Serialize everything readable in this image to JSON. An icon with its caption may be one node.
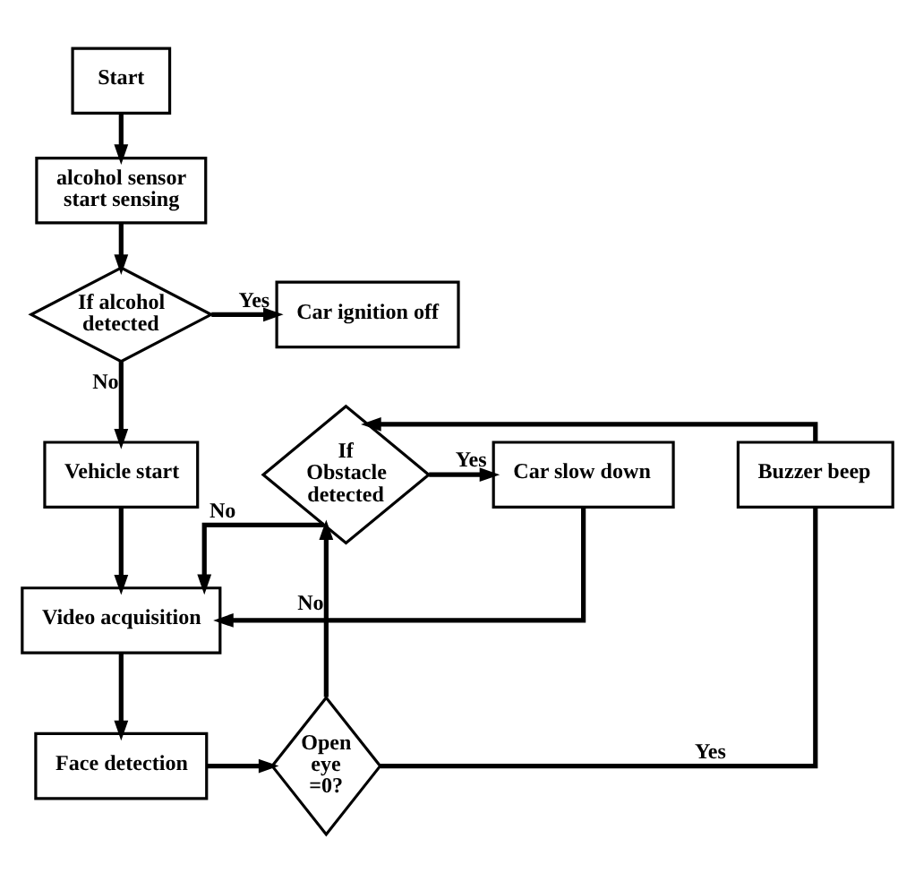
{
  "diagram": {
    "nodes": [
      {
        "text": [
          "Start"
        ]
      },
      {
        "text": [
          "alcohol sensor start sensing"
        ]
      },
      {
        "text": [
          "If alcohol detected"
        ]
      },
      {
        "text": [
          "Car ignition off"
        ]
      },
      {
        "text": [
          "Car slow down"
        ]
      },
      {
        "text": [
          "Vehicle start"
        ]
      },
      {
        "text": [
          "If Obstacle detected"
        ]
      },
      {
        "text": [
          "Buzzer beep"
        ]
      },
      {
        "text": [
          "Video acquisition"
        ]
      },
      {
        "text": [
          "Face detection"
        ]
      },
      {
        "text": [
          "Open eye =0?"
        ]
      }
    ],
    "edges": [
      {
        "from": 0,
        "to": 1,
        "arrow": "to"
      },
      {
        "from": 1,
        "to": 2,
        "arrow": "to"
      },
      {
        "from": 2,
        "to": 3,
        "arrow": "to",
        "label": "Yes"
      },
      {
        "from": 2,
        "to": 5,
        "arrow": "to",
        "label": "No"
      },
      {
        "from": 5,
        "to": 8,
        "arrow": "to"
      },
      {
        "from": 4,
        "to": 8,
        "arrow": "to"
      },
      {
        "from": 6,
        "to": 4,
        "arrow": "to",
        "label": "Yes"
      },
      {
        "from": 6,
        "to": 8,
        "arrow": "to",
        "label": "No"
      },
      {
        "from": 7,
        "to": 6,
        "arrow": "to"
      },
      {
        "from": 10,
        "to": 6,
        "arrow": "to",
        "label": "No"
      },
      {
        "from": 8,
        "to": 9,
        "arrow": "to"
      },
      {
        "from": 9,
        "to": 10,
        "arrow": "to"
      },
      {
        "from": 10,
        "to": 7,
        "arrow": "none",
        "label": "Yes"
      }
    ]
  }
}
